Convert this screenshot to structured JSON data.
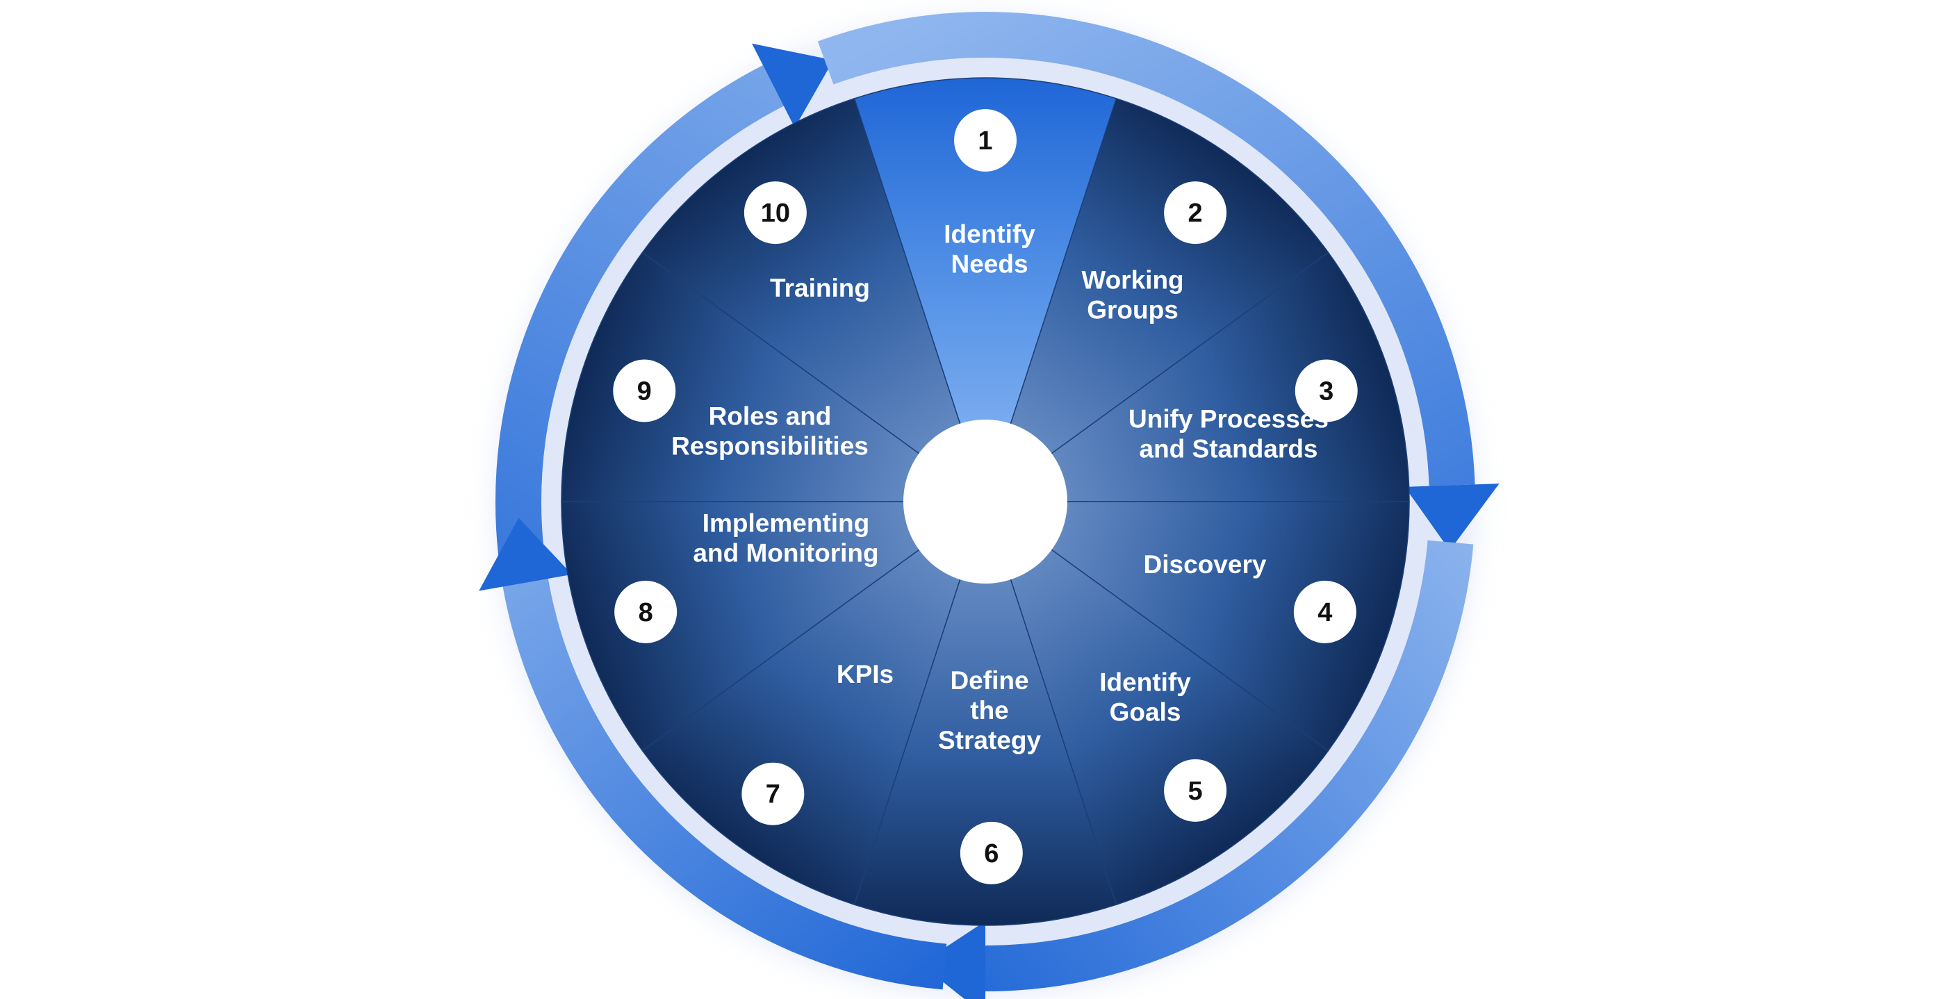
{
  "center_label": "",
  "colors": {
    "ring_light": "#8fb6ee",
    "ring_dark": "#1f66d6",
    "wedge_light": "#3b7fdc",
    "wedge_dark": "#0f2a57",
    "badge_fill": "#ffffff",
    "badge_text": "#111111",
    "label_text": "#ffffff"
  },
  "steps": [
    {
      "number": "1",
      "label_lines": [
        "Identify",
        "Needs"
      ]
    },
    {
      "number": "2",
      "label_lines": [
        "Working",
        "Groups"
      ]
    },
    {
      "number": "3",
      "label_lines": [
        "Unify Processes",
        "and Standards"
      ]
    },
    {
      "number": "4",
      "label_lines": [
        "Discovery"
      ]
    },
    {
      "number": "5",
      "label_lines": [
        "Identify",
        "Goals"
      ]
    },
    {
      "number": "6",
      "label_lines": [
        "Define",
        "the",
        "Strategy"
      ]
    },
    {
      "number": "7",
      "label_lines": [
        "KPIs"
      ]
    },
    {
      "number": "8",
      "label_lines": [
        "Implementing",
        "and Monitoring"
      ]
    },
    {
      "number": "9",
      "label_lines": [
        "Roles and",
        "Responsibilities"
      ]
    },
    {
      "number": "10",
      "label_lines": [
        "Training"
      ]
    }
  ]
}
